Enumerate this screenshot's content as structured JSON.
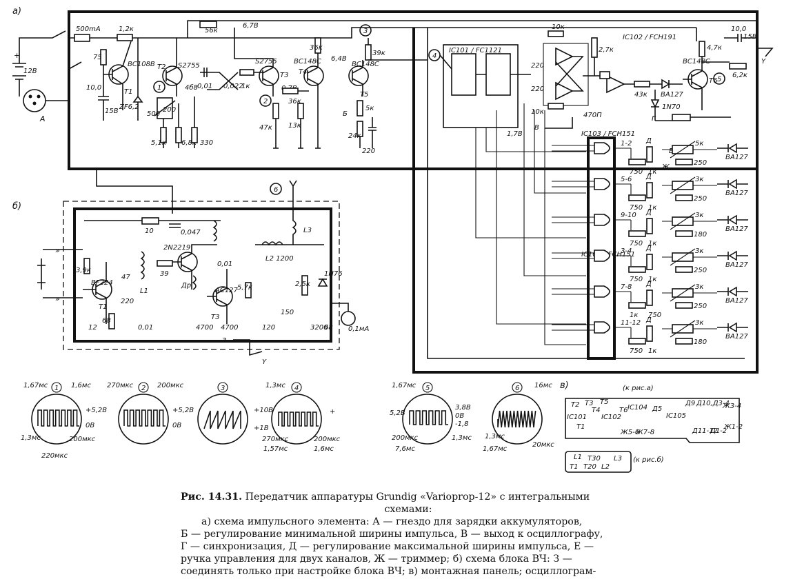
{
  "caption": {
    "figure_number": "Рис. 14.31.",
    "title_line1": "Передатчик аппаратуры Grundig «Varioprop-12» с интегральными",
    "title_line2": "схемами:",
    "legend_line1": "а) схема импульсного элемента: А — гнездо для зарядки аккумуляторов,",
    "legend_line2": "Б — регулирование минимальной ширины импульса, В — выход к осциллографу,",
    "legend_line3": "Г — синхронизация, Д — регулирование максимальной ширины импульса, Е —",
    "legend_line4": "ручка управления для двух каналов, Ж — триммер; б) схема блока ВЧ: З —",
    "legend_line5": "соединять только при настройке блока ВЧ; в) монтажная панель; осциллограм-"
  },
  "diagram": {
    "section_labels": {
      "a": "а)",
      "b": "б)",
      "v": "в)"
    },
    "sec_a": {
      "jack": "А",
      "fuse": "500mA",
      "r_top1": "1,2к",
      "r_75": "75",
      "t1": "BC108B",
      "t1_name": "T1",
      "c_10": "10,0",
      "c_15v": "15В",
      "zd": "ZF6,2",
      "cap_12": "12В",
      "t2": "S2755",
      "t2_name": "T2",
      "r_56k": "56к",
      "v_67": "6,7В",
      "t3": "S2755",
      "t3_name": "T3",
      "r_500": "500",
      "r_200": "200",
      "v_46": "4б8",
      "c_001": "0,01",
      "c_0022": "0,022",
      "r_1k": "1к",
      "r_51k": "5,1к",
      "r_68k": "6,8к",
      "r_330": "330",
      "v_07": "0,7В",
      "r_47k": "47к",
      "r_36k_a": "36к",
      "r_13k": "13к",
      "t4": "BC148C",
      "t4_name": "T4",
      "r_36k_b": "36к",
      "v_64": "6,4В",
      "r_39k": "39к",
      "t5": "BC148C",
      "t5_name": "T5",
      "b_mark": "Б",
      "r_5k": "5к",
      "r_24k": "24к",
      "c_220": "220",
      "v_17": "1,7В",
      "ic101": "IC101 / FC1121",
      "ic102": "IC102 / FCH191",
      "r_10k_a": "10к",
      "c_220_a": "220",
      "c_220_b": "220",
      "r_10k_b": "10к",
      "r_27k": "2,7к",
      "c_470": "470П",
      "r_43k": "43к",
      "d_ba127": "BA127",
      "d_1n70": "1N70",
      "v_mark": "В",
      "g_mark": "Г",
      "t6": "BC148C",
      "t6_name": "T6",
      "r_47k_b": "4,7к",
      "r_62k": "6,2к",
      "c_100": "10,0",
      "c_15v_b": "15В",
      "y_mark": "Y",
      "ic103": "IC103 / FCH151",
      "ic104": "IC104 / FCH151",
      "channels": [
        {
          "pins": "1-2",
          "ra": "750",
          "rb": "1к",
          "pot": "5к",
          "trim": "250",
          "d": "Д",
          "diode": "BA127"
        },
        {
          "pins": "5-6",
          "ra": "750",
          "rb": "1к",
          "pot": "3к",
          "trim": "250",
          "d": "Д",
          "diode": "BA127"
        },
        {
          "pins": "9-10",
          "ra": "750",
          "rb": "1к",
          "pot": "3к",
          "trim": "180",
          "d": "Д",
          "diode": "BA127"
        },
        {
          "pins": "3-4",
          "ra": "750",
          "rb": "1к",
          "pot": "3к",
          "trim": "250",
          "d": "Д",
          "diode": "BA127"
        },
        {
          "pins": "7-8",
          "ra": "1к",
          "rb": "750",
          "pot": "3к",
          "trim": "250",
          "d": "Д",
          "diode": "BA127"
        },
        {
          "pins": "11-12",
          "ra": "750",
          "rb": "1к",
          "pot": "3к",
          "trim": "180",
          "d": "Д",
          "diode": "BA127"
        }
      ],
      "e_mark": "Е",
      "zh_mark": "Ж"
    },
    "sec_b": {
      "r_10": "10",
      "c_0047": "0,047",
      "t_2n2219": "2N2219",
      "l2": "L2 1200",
      "l3": "L3",
      "r_39k": "3,9к",
      "t_bf224": "BF224",
      "t1": "T1",
      "c_47": "47",
      "l1": "L1",
      "r_39": "39",
      "r_220": "220",
      "r_68": "68",
      "c_12": "12",
      "c_001": "0,01",
      "dr": "Др",
      "c_001_b": "0,01",
      "t_ac127": "AC127",
      "t3": "T3",
      "r_57k": "5,7к",
      "c_4700_a": "4700",
      "c_4700_b": "4700",
      "c_120": "120",
      "c_150": "150",
      "r_25k": "2,5к",
      "d_1n76": "1N76",
      "c_3200": "3200",
      "r_68_b": "68",
      "meter": "0,1мА",
      "z_mark": "З",
      "y_mark": "Y"
    },
    "waves": {
      "w1": {
        "num": "1",
        "t1": "1,67мс",
        "t2": "1,6мс",
        "v1": "+5,2В",
        "v2": "0В",
        "b1": "1,3мс",
        "b2": "200мкс",
        "b3": "220мкс"
      },
      "w2": {
        "num": "2",
        "t1": "270мкс",
        "t2": "200мкс",
        "v1": "+5,2В",
        "v2": "0В"
      },
      "w3": {
        "num": "3",
        "v1": "+10В",
        "v2": "+1В"
      },
      "w4": {
        "num": "4",
        "t1": "1,3мс",
        "v1": "+",
        "b1": "270мкс",
        "b2": "200мкс",
        "b3": "1,57мс",
        "b4": "1,6мс"
      },
      "w5": {
        "num": "5",
        "t1": "1,67мс",
        "v0": "5,2В",
        "v1": "3,8В",
        "v2": "0В",
        "v3": "-1,8",
        "b1": "200мкс",
        "b2": "1,3мс",
        "b3": "7,6мс"
      },
      "w6": {
        "num": "6",
        "t1": "16мс",
        "b1": "1,3мс",
        "b2": "20мкс",
        "b3": "1,67мс"
      }
    },
    "sec_v": {
      "ref_a": "(к рис.а)",
      "ref_b": "(к рис.б)",
      "labels_a": [
        "T2",
        "T3",
        "T5",
        "T4",
        "IC101",
        "T1",
        "IC102",
        "T6",
        "IC104",
        "Д5",
        "IC105",
        "Д9",
        "Д10,Д3-4",
        "Ж3-4",
        "Ж1-2",
        "Ж5-6",
        "Ж7-8",
        "Д11-12",
        "Д1-2"
      ],
      "labels_b": [
        "L1",
        "T1",
        "T30",
        "T20",
        "L2",
        "L3"
      ]
    }
  }
}
